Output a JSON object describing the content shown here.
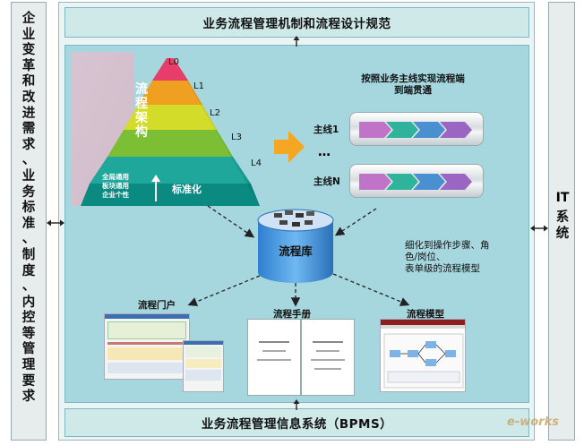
{
  "left_panel": {
    "text": "企业变革和改进需求\n、业务标准\n、制度\n、内控等管理要求"
  },
  "right_panel": {
    "title": "IT",
    "text": "系\n统"
  },
  "top_bar": {
    "label": "业务流程管理机制和流程设计规范"
  },
  "bottom_bar": {
    "label": "业务流程管理信息系统（BPMS）"
  },
  "pyramid": {
    "levels": [
      "L0",
      "L1",
      "L2",
      "L3",
      "L4"
    ],
    "label": "流\n程\n架\n构",
    "base_text": "全局通用\n板块通用\n企业个性",
    "standardize": "标准化"
  },
  "mainline": {
    "title": "按照业务主线实现流程端\n到端贯通",
    "line1": "主线1",
    "dots": "…",
    "lineN": "主线N"
  },
  "repository": {
    "label": "流程库"
  },
  "note": {
    "text": "细化到操作步骤、角\n色/岗位、\n表单级的流程模型"
  },
  "outputs": {
    "portal": "流程门户",
    "manual": "流程手册",
    "model": "流程模型"
  },
  "watermark": {
    "text": "e-works"
  },
  "colors": {
    "bar_fill": "#cfe9e9",
    "panel_fill": "#a7d7de",
    "arrow_orange": "#f5a623"
  }
}
